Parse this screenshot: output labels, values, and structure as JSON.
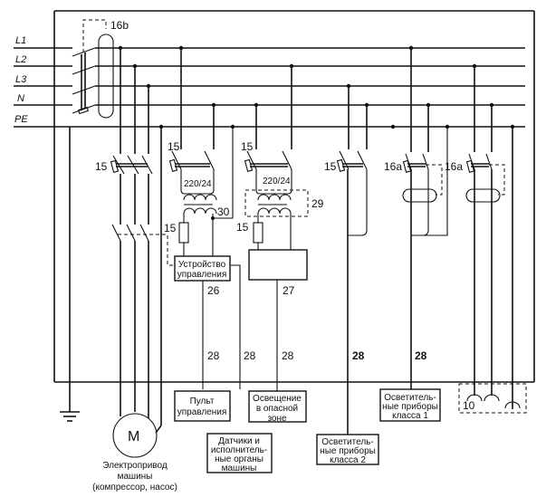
{
  "diagram": {
    "buses": {
      "L1": "L1",
      "L2": "L2",
      "L3": "L3",
      "N": "N",
      "PE": "PE"
    },
    "labels": {
      "main_switch": "16b",
      "breaker_motor": "15",
      "breaker_ctrl": "15",
      "breaker_light": "15",
      "breaker_cls2": "15",
      "rcd_1": "16a",
      "rcd_2": "16a",
      "fuse_ctrl": "15",
      "fuse_light": "15",
      "transformer_ctrl": "220/24",
      "transformer_light": "220/24",
      "ctrl_ground": "30",
      "transformer_enclosure": "29",
      "wire_26": "26",
      "wire_27": "27",
      "wire_28_a": "28",
      "wire_28_b": "28",
      "wire_28_c": "28",
      "wire_28_d": "28",
      "wire_28_e": "28",
      "sockets": "10",
      "motor_symbol": "M"
    },
    "blocks": {
      "control_unit": [
        "Устройство",
        "управления"
      ],
      "control_panel": [
        "Пульт",
        "управления"
      ],
      "lighting_danger": [
        "Освещение",
        "в опасной",
        "зоне"
      ],
      "sensors": [
        "Датчики и",
        "исполнитель-",
        "ные органы",
        "машины"
      ],
      "lights_class2": [
        "Осветитель-",
        "ные приборы",
        "класса 2"
      ],
      "lights_class1": [
        "Осветитель-",
        "ные приборы",
        "класса 1"
      ],
      "motor_caption": [
        "Электропривод",
        "машины",
        "(компрессор, насос)"
      ]
    }
  }
}
